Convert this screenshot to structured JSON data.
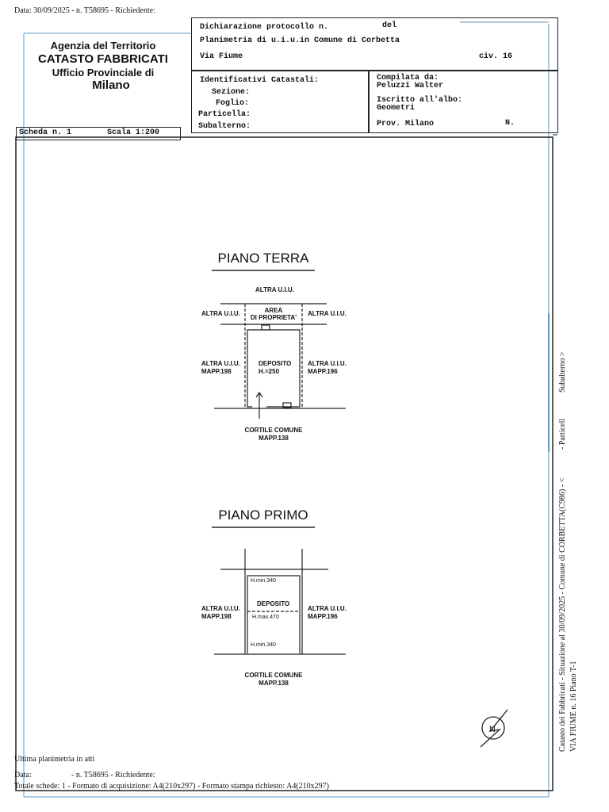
{
  "top_note": "Data: 30/09/2025 - n. T58695 - Richiedente:",
  "agency": {
    "line1": "Agenzia del Territorio",
    "line2": "CATASTO FABBRICATI",
    "line3": "Ufficio Provinciale di",
    "line4": "Milano"
  },
  "header": {
    "protocollo": "Dichiarazione protocollo n.",
    "del": "del",
    "planimetria": "Planimetria di u.i.u.in Comune di Corbetta",
    "via": "Via Fiume",
    "civ": "civ. 16",
    "identificativi": "Identificativi Catastali:",
    "sezione": "Sezione:",
    "foglio": "Foglio:",
    "particella": "Particella:",
    "subalterno": "Subalterno:",
    "compilata": "Compilata da:",
    "compilatore": "Peluzzi Walter",
    "iscritto": "Iscritto all'albo:",
    "albo": "Geometri",
    "prov": "Prov. Milano",
    "n": "N."
  },
  "scheda": {
    "label": "Scheda n. 1",
    "scala": "Scala 1:200"
  },
  "piano_terra": {
    "title": "PIANO TERRA",
    "top": "ALTRA U.I.U.",
    "left_top": "ALTRA U.I.U.",
    "area1": "AREA",
    "area2": "DI PROPRIETA'",
    "right_top": "ALTRA U.I.U.",
    "left1": "ALTRA U.I.U.",
    "left2": "MAPP.198",
    "room": "DEPOSITO",
    "height": "H.=250",
    "right1": "ALTRA U.I.U.",
    "right2": "MAPP.196",
    "bottom1": "CORTILE COMUNE",
    "bottom2": "MAPP.138"
  },
  "piano_primo": {
    "title": "PIANO PRIMO",
    "hmin_top": "H.min.340",
    "room": "DEPOSITO",
    "hmax": "H.max.470",
    "hmin_bottom": "H.min.340",
    "left1": "ALTRA U.I.U.",
    "left2": "MAPP.198",
    "right1": "ALTRA U.I.U.",
    "right2": "MAPP.196",
    "bottom1": "CORTILE COMUNE",
    "bottom2": "MAPP.138"
  },
  "side": {
    "line1": "Catasto dei Fabbricati - Situazione al 30/09/2025 - Comune di CORBETTA(C986) - <",
    "line1b": "- Particell",
    "line1c": "Subalterno >",
    "line2": "VIA FIUME n. 16 Piano T-1"
  },
  "footer": {
    "ultima": "Ultima planimetria in atti",
    "data": "Data:",
    "numero": "- n. T58695 - Richiedente:",
    "totale": "Totale schede: 1 - Formato di acquisizione: A4(210x297)  - Formato stampa richiesto: A4(210x297)"
  }
}
